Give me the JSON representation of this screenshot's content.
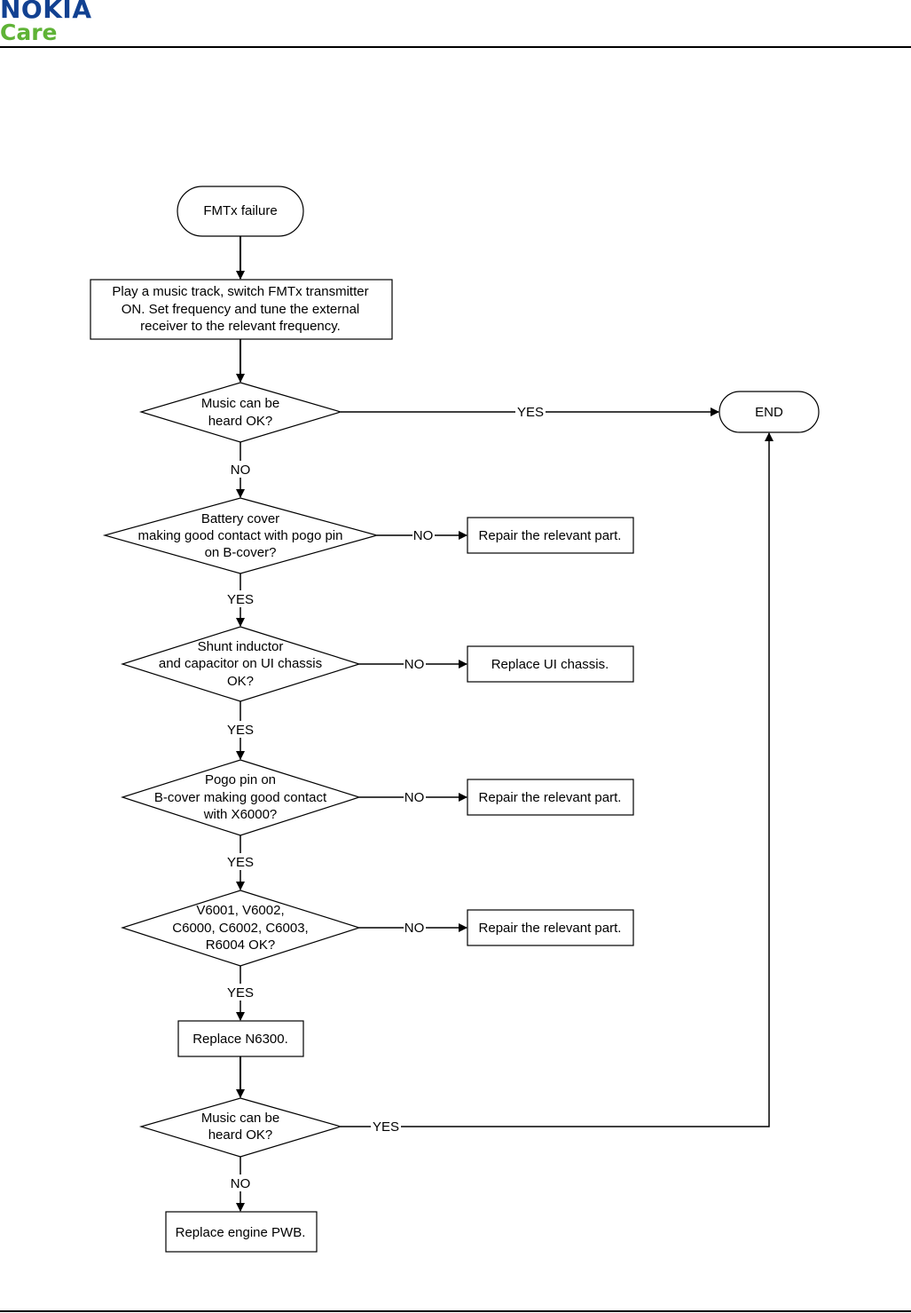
{
  "header": {
    "brand": "NOKIA",
    "sub_brand": "Care"
  },
  "flowchart": {
    "start": "FMTx failure",
    "play_step": [
      "Play a music track, switch FMTx transmitter",
      "ON. Set frequency and tune the external",
      "receiver to the relevant frequency."
    ],
    "q_music_1": [
      "Music can be",
      "heard OK?"
    ],
    "end": "END",
    "q_battery": [
      "Battery cover",
      "making good contact with pogo pin",
      "on B-cover?"
    ],
    "fix_battery": "Repair the relevant part.",
    "q_shunt": [
      "Shunt inductor",
      "and capacitor on UI chassis",
      "OK?"
    ],
    "fix_shunt": "Replace UI chassis.",
    "q_pogo": [
      "Pogo pin on",
      "B-cover making good contact",
      "with X6000?"
    ],
    "fix_pogo": "Repair the relevant part.",
    "q_components": [
      "V6001, V6002,",
      "C6000, C6002, C6003,",
      "R6004 OK?"
    ],
    "fix_components": "Repair the relevant part.",
    "replace_n6300": "Replace N6300.",
    "q_music_2": [
      "Music can be",
      "heard OK?"
    ],
    "replace_pwb": "Replace engine PWB.",
    "labels": {
      "yes": "YES",
      "no": "NO"
    }
  }
}
